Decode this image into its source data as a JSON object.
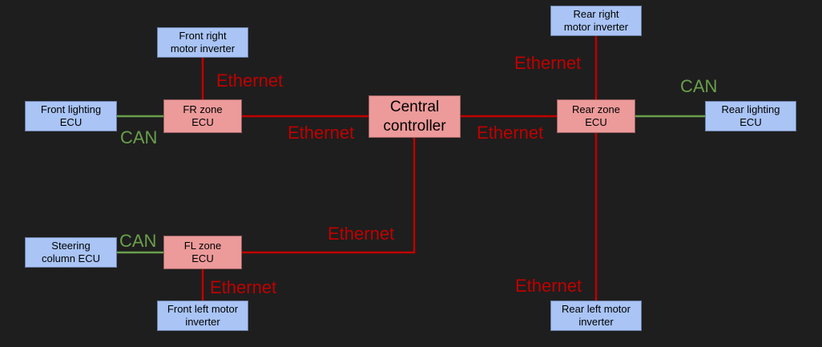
{
  "colors": {
    "background": "#1e1e1e",
    "ethernet": "#c00000",
    "can": "#6a9f4c",
    "ecu": "#a9c4f5",
    "zone": "#ec9a9a"
  },
  "nodes": {
    "central": "Central\ncontroller",
    "fr_zone": "FR zone\nECU",
    "fl_zone": "FL zone\nECU",
    "rear_zone": "Rear zone\nECU",
    "front_right_motor": "Front right\nmotor inverter",
    "front_left_motor": "Front left motor\ninverter",
    "rear_right_motor": "Rear right\nmotor inverter",
    "rear_left_motor": "Rear left motor\ninverter",
    "front_lighting": "Front lighting\nECU",
    "rear_lighting": "Rear lighting\nECU",
    "steering": "Steering\ncolumn ECU"
  },
  "labels": {
    "ethernet": "Ethernet",
    "can": "CAN"
  }
}
